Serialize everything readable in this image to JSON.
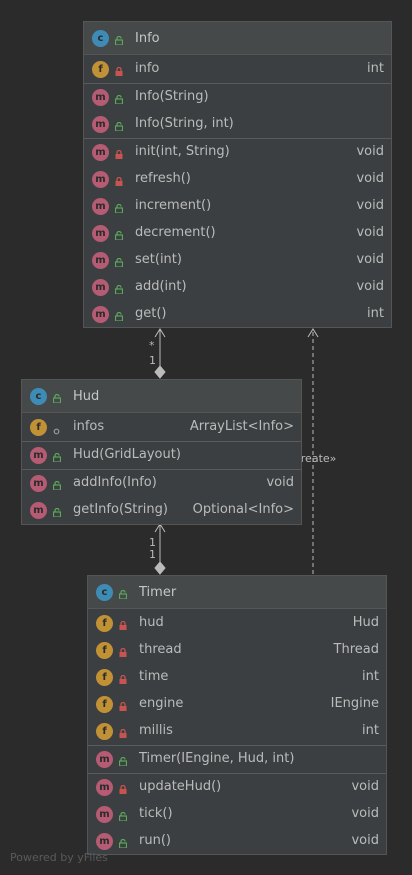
{
  "diagram": {
    "classes": {
      "info": {
        "name": "Info",
        "fields": [
          {
            "name": "info",
            "type": "int",
            "visibility": "private"
          }
        ],
        "constructors": [
          {
            "name": "Info(String)",
            "visibility": "public"
          },
          {
            "name": "Info(String, int)",
            "visibility": "public"
          }
        ],
        "methods": [
          {
            "name": "init(int, String)",
            "type": "void",
            "visibility": "private"
          },
          {
            "name": "refresh()",
            "type": "void",
            "visibility": "private"
          },
          {
            "name": "increment()",
            "type": "void",
            "visibility": "public"
          },
          {
            "name": "decrement()",
            "type": "void",
            "visibility": "public"
          },
          {
            "name": "set(int)",
            "type": "void",
            "visibility": "public"
          },
          {
            "name": "add(int)",
            "type": "void",
            "visibility": "public"
          },
          {
            "name": "get()",
            "type": "int",
            "visibility": "public"
          }
        ]
      },
      "hud": {
        "name": "Hud",
        "fields": [
          {
            "name": "infos",
            "type": "ArrayList<Info>",
            "visibility": "package"
          }
        ],
        "constructors": [
          {
            "name": "Hud(GridLayout)",
            "visibility": "public"
          }
        ],
        "methods": [
          {
            "name": "addInfo(Info)",
            "type": "void",
            "visibility": "public"
          },
          {
            "name": "getInfo(String)",
            "type": "Optional<Info>",
            "visibility": "public"
          }
        ]
      },
      "timer": {
        "name": "Timer",
        "fields": [
          {
            "name": "hud",
            "type": "Hud",
            "visibility": "private"
          },
          {
            "name": "thread",
            "type": "Thread",
            "visibility": "private"
          },
          {
            "name": "time",
            "type": "int",
            "visibility": "private"
          },
          {
            "name": "engine",
            "type": "IEngine",
            "visibility": "private"
          },
          {
            "name": "millis",
            "type": "int",
            "visibility": "private"
          }
        ],
        "constructors": [
          {
            "name": "Timer(IEngine, Hud, int)",
            "visibility": "public"
          }
        ],
        "methods": [
          {
            "name": "updateHud()",
            "type": "void",
            "visibility": "private"
          },
          {
            "name": "tick()",
            "type": "void",
            "visibility": "public"
          },
          {
            "name": "run()",
            "type": "void",
            "visibility": "public"
          }
        ]
      }
    },
    "edges": {
      "hud_info": {
        "source_label": "1",
        "target_label": "*"
      },
      "timer_hud": {
        "source_label": "1",
        "target_label": "1"
      },
      "timer_info": {
        "label": "«create»"
      }
    },
    "badge_letters": {
      "class": "c",
      "field": "f",
      "method": "m"
    },
    "colors": {
      "background": "#2b2b2b",
      "node": "#3c3f41",
      "header": "#45494a",
      "class_badge": "#3e8cb5",
      "field_badge": "#c19235",
      "method_badge": "#b55b73",
      "public": "#5aa85a",
      "private": "#c75450",
      "package": "#9a9a9a"
    }
  },
  "footer": {
    "watermark": "Powered by yFiles"
  }
}
